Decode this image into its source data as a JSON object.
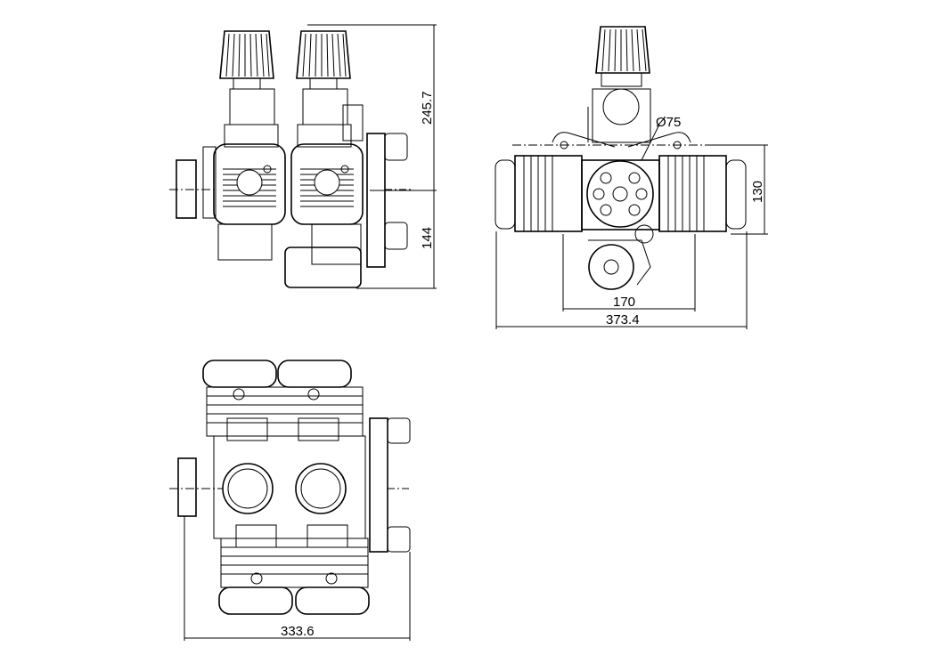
{
  "drawing": {
    "views": [
      "front-view",
      "side-view",
      "top-view"
    ],
    "dimensions": {
      "front_height": "245.7",
      "front_crank_height": "144",
      "side_prop_diameter": "Ø75",
      "side_height": "130",
      "side_mount_width": "170",
      "side_total_width": "373.4",
      "top_length": "333.6"
    },
    "line_color": "#000000",
    "background": "#ffffff"
  }
}
